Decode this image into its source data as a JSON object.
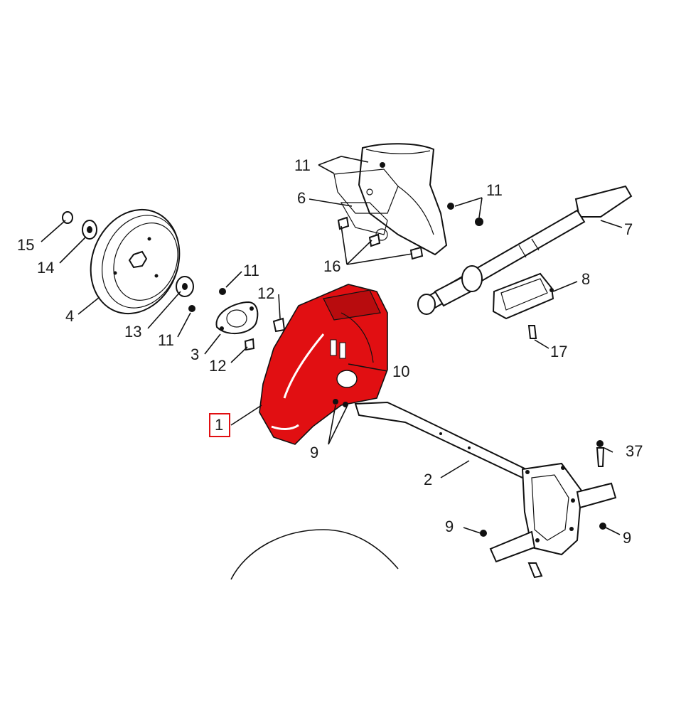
{
  "diagram": {
    "highlight_color": "#e10f12",
    "callout_box_color": "#e10f12",
    "selected_callout": "1",
    "callouts": [
      {
        "id": "c11a",
        "text": "11"
      },
      {
        "id": "c6",
        "text": "6"
      },
      {
        "id": "c11b",
        "text": "11"
      },
      {
        "id": "c7",
        "text": "7"
      },
      {
        "id": "c16",
        "text": "16"
      },
      {
        "id": "c15",
        "text": "15"
      },
      {
        "id": "c14",
        "text": "14"
      },
      {
        "id": "c4",
        "text": "4"
      },
      {
        "id": "c11c",
        "text": "11"
      },
      {
        "id": "c12a",
        "text": "12"
      },
      {
        "id": "c13",
        "text": "13"
      },
      {
        "id": "c11d",
        "text": "11"
      },
      {
        "id": "c3",
        "text": "3"
      },
      {
        "id": "c12b",
        "text": "12"
      },
      {
        "id": "c8",
        "text": "8"
      },
      {
        "id": "c17",
        "text": "17"
      },
      {
        "id": "c10",
        "text": "10"
      },
      {
        "id": "c9a",
        "text": "9"
      },
      {
        "id": "c37",
        "text": "37"
      },
      {
        "id": "c2",
        "text": "2"
      },
      {
        "id": "c9b",
        "text": "9"
      },
      {
        "id": "c9c",
        "text": "9"
      }
    ]
  }
}
